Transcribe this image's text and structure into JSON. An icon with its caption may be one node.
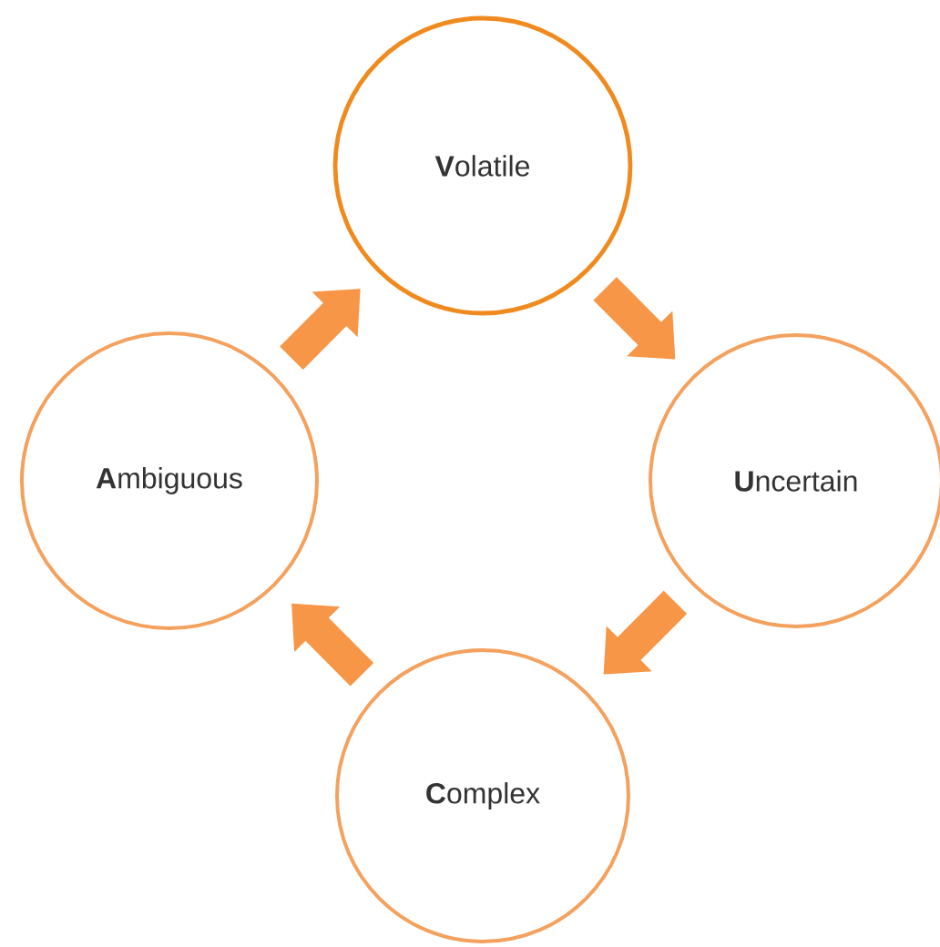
{
  "diagram": {
    "nodes": [
      {
        "text": [
          "**V**olatile"
        ]
      },
      {
        "text": [
          "**U**ncertain"
        ]
      },
      {
        "text": [
          "**C**omplex"
        ]
      },
      {
        "text": [
          "**A**mbiguous"
        ]
      }
    ],
    "edges": [
      {
        "from": 0,
        "to": 1,
        "arrow": "to"
      },
      {
        "from": 1,
        "to": 2,
        "arrow": "to"
      },
      {
        "from": 2,
        "to": 3,
        "arrow": "to"
      },
      {
        "from": 3,
        "to": 0,
        "arrow": "to"
      }
    ]
  }
}
